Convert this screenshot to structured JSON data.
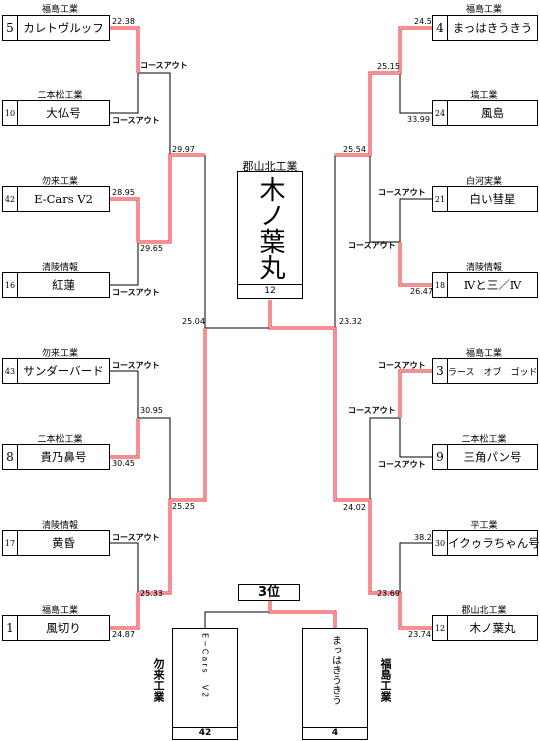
{
  "left_teams": [
    {
      "seed": "5",
      "school": "福島工業",
      "name": "カレトヴルッフ"
    },
    {
      "seed": "10",
      "school": "二本松工業",
      "name": "大仏号"
    },
    {
      "seed": "42",
      "school": "勿来工業",
      "name": "E-Cars V2"
    },
    {
      "seed": "16",
      "school": "清陵情報",
      "name": "紅蓮"
    },
    {
      "seed": "43",
      "school": "勿来工業",
      "name": "サンダーバード"
    },
    {
      "seed": "8",
      "school": "二本松工業",
      "name": "貴乃鼻号"
    },
    {
      "seed": "17",
      "school": "清陵情報",
      "name": "黄昏"
    },
    {
      "seed": "1",
      "school": "福島工業",
      "name": "風切り"
    }
  ],
  "right_teams": [
    {
      "seed": "4",
      "school": "福島工業",
      "name": "まっはきうきう"
    },
    {
      "seed": "24",
      "school": "塙工業",
      "name": "風島"
    },
    {
      "seed": "21",
      "school": "白河実業",
      "name": "白い彗星"
    },
    {
      "seed": "18",
      "school": "清陵情報",
      "name": "Ⅳと三／Ⅳ"
    },
    {
      "seed": "3",
      "school": "福島工業",
      "name": "ラース　オブ　ゴッド"
    },
    {
      "seed": "9",
      "school": "二本松工業",
      "name": "三角パン号"
    },
    {
      "seed": "30",
      "school": "平工業",
      "name": "イクゥラちゃん号"
    },
    {
      "seed": "12",
      "school": "郡山北工業",
      "name": "木ノ葉丸"
    }
  ],
  "results": {
    "l1a": "22.38",
    "l1b": "コースアウト",
    "l2a": "28.95",
    "l2b": "29.65",
    "l2c": "コースアウト",
    "l3a": "コースアウト",
    "l3b": "30.95",
    "l3c": "30.45",
    "l4a": "コースアウト",
    "l4b": "25.33",
    "l4c": "24.87",
    "l_sf1": "29.97",
    "l_sf2": "25.25",
    "l_final": "25.04",
    "l1_qf": "コースアウト",
    "r1a": "24.5",
    "r1b": "25.15",
    "r1c": "33.99",
    "r2a": "コースアウト",
    "r2b": "コースアウト",
    "r2c": "26.47",
    "r3a": "コースアウト",
    "r3b": "コースアウト",
    "r3c": "コースアウト",
    "r4a": "38.2",
    "r4b": "23.69",
    "r4c": "23.74",
    "r_sf1": "25.54",
    "r_sf2": "24.02",
    "r_final": "23.32"
  },
  "champion": {
    "school": "郡山北工業",
    "name": "木ノ葉丸",
    "seed": "12"
  },
  "third": {
    "title": "3位",
    "left": {
      "name": "E−Cars　V2",
      "seed": "42",
      "school": "勿来工業"
    },
    "right": {
      "name": "まっはきうきう",
      "seed": "4",
      "school": "福島工業"
    }
  },
  "colors": {
    "accent": "#e8202a"
  }
}
